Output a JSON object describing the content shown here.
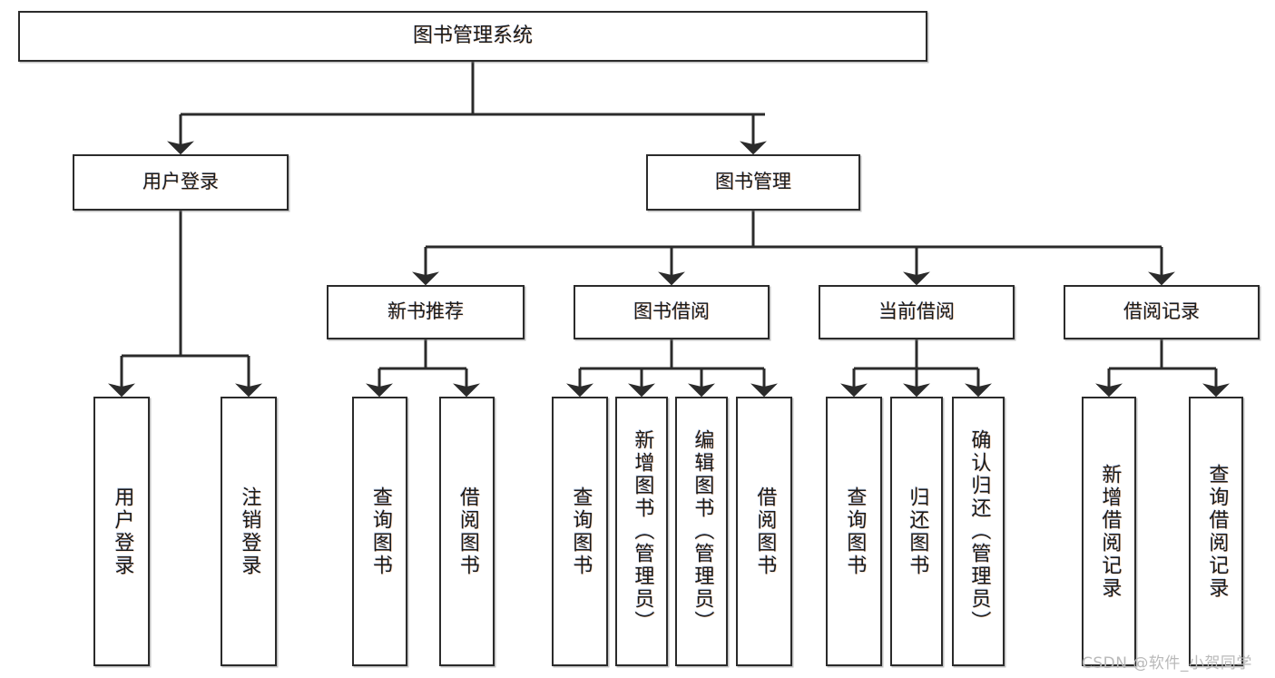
{
  "diagram": {
    "type": "tree-hierarchy",
    "title": "图书管理系统",
    "root": {
      "label": "图书管理系统"
    },
    "level2": [
      {
        "id": "user-login",
        "label": "用户登录"
      },
      {
        "id": "book-management",
        "label": "图书管理"
      }
    ],
    "level3": [
      {
        "id": "new-book-recommend",
        "label": "新书推荐"
      },
      {
        "id": "book-borrow",
        "label": "图书借阅"
      },
      {
        "id": "current-borrow",
        "label": "当前借阅"
      },
      {
        "id": "borrow-record",
        "label": "借阅记录"
      }
    ],
    "leaves": {
      "user_login": [
        {
          "id": "leaf-user-login",
          "label": "用户登录"
        },
        {
          "id": "leaf-logout-login",
          "label": "注销登录"
        }
      ],
      "new_book_recommend": [
        {
          "id": "leaf-query-book-1",
          "label": "查询图书"
        },
        {
          "id": "leaf-borrow-book-1",
          "label": "借阅图书"
        }
      ],
      "book_borrow": [
        {
          "id": "leaf-query-book-2",
          "label": "查询图书"
        },
        {
          "id": "leaf-add-book",
          "label": "新增图书（管理员）"
        },
        {
          "id": "leaf-edit-book",
          "label": "编辑图书（管理员）"
        },
        {
          "id": "leaf-borrow-book-2",
          "label": "借阅图书"
        }
      ],
      "current_borrow": [
        {
          "id": "leaf-query-book-3",
          "label": "查询图书"
        },
        {
          "id": "leaf-return-book",
          "label": "归还图书"
        },
        {
          "id": "leaf-confirm-return",
          "label": "确认归还（管理员）"
        }
      ],
      "borrow_record": [
        {
          "id": "leaf-add-record",
          "label": "新增借阅记录"
        },
        {
          "id": "leaf-query-record",
          "label": "查询借阅记录"
        }
      ]
    },
    "watermark": "CSDN @软件_小贺同学",
    "colors": {
      "stroke": "#2b2b2b",
      "fill": "#ffffff",
      "text": "#1a1a1a",
      "watermark": "#b9b9b9"
    }
  }
}
